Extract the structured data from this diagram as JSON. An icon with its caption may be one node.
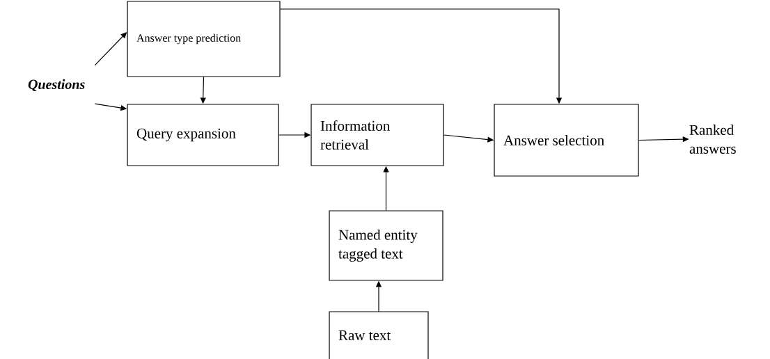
{
  "diagram": {
    "nodes": [
      {
        "text": [
          "Questions"
        ]
      },
      {
        "text": [
          "Answer type prediction"
        ]
      },
      {
        "text": [
          "Query expansion"
        ]
      },
      {
        "text": [
          "Information retrieval"
        ]
      },
      {
        "text": [
          "Answer selection"
        ]
      },
      {
        "text": [
          "Ranked answers"
        ]
      },
      {
        "text": [
          "Named entity tagged text"
        ]
      },
      {
        "text": [
          "Raw text"
        ]
      }
    ],
    "edges": [
      {
        "from": 0,
        "to": 1,
        "arrow": "to"
      },
      {
        "from": 0,
        "to": 2,
        "arrow": "to"
      },
      {
        "from": 1,
        "to": 2,
        "arrow": "to"
      },
      {
        "from": 1,
        "to": 4,
        "arrow": "to"
      },
      {
        "from": 2,
        "to": 3,
        "arrow": "to"
      },
      {
        "from": 3,
        "to": 4,
        "arrow": "to"
      },
      {
        "from": 4,
        "to": 5,
        "arrow": "to"
      },
      {
        "from": 6,
        "to": 3,
        "arrow": "to"
      },
      {
        "from": 7,
        "to": 6,
        "arrow": "to"
      }
    ]
  }
}
